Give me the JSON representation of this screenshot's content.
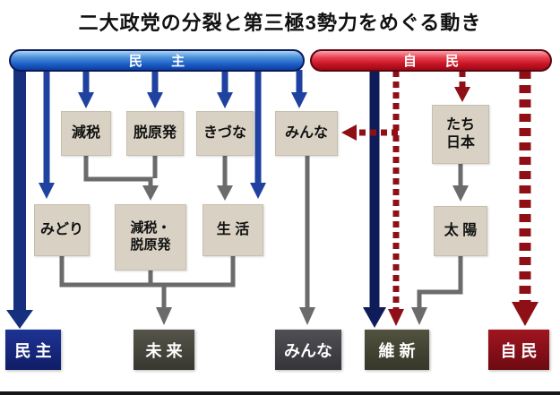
{
  "title": "二大政党の分裂と第三極3勢力をめぐる動き",
  "source_parties": {
    "minshu": "民 主",
    "jimin": "自 民"
  },
  "splinter_groups": {
    "genzei": "減税",
    "datsu_genpatsu": "脱原発",
    "kizuna": "きづな",
    "minna": "みんな",
    "tachiagare_nippon": "たち\n日本",
    "midori": "みどり",
    "genzei_datsu_genpatsu": "減税・\n脱原発",
    "seikatsu": "生 活",
    "taiyo": "太 陽"
  },
  "result_parties": {
    "minshu": "民 主",
    "mirai": "未 来",
    "minna": "みんな",
    "ishin": "維 新",
    "jimin": "自 民"
  },
  "colors": {
    "democrat_blue": "#1f419f",
    "democrat_thick_blue": "#16307f",
    "ishin_navy": "#0e1c5a",
    "ldp_red": "#8e1016",
    "connector_gray": "#6b6b6b",
    "box_beige": "#d9d2c4"
  },
  "flows": [
    {
      "from": "民主",
      "to": "民主",
      "style": "solid-blue-thick"
    },
    {
      "from": "民主",
      "to": "みどり",
      "style": "solid-blue"
    },
    {
      "from": "民主",
      "to": "減税",
      "style": "solid-blue"
    },
    {
      "from": "民主",
      "to": "脱原発",
      "style": "solid-blue"
    },
    {
      "from": "民主",
      "to": "きづな",
      "style": "solid-blue"
    },
    {
      "from": "民主",
      "to": "生活",
      "style": "solid-blue"
    },
    {
      "from": "民主",
      "to": "みんな",
      "style": "solid-blue"
    },
    {
      "from": "民主",
      "to": "維新",
      "style": "solid-navy-thick"
    },
    {
      "from": "自民",
      "to": "みんな",
      "style": "dashed-red"
    },
    {
      "from": "自民",
      "to": "維新",
      "style": "dashed-red"
    },
    {
      "from": "自民",
      "to": "たち日本",
      "style": "dashed-red"
    },
    {
      "from": "自民",
      "to": "自民",
      "style": "dashed-red-thick"
    },
    {
      "from": "減税",
      "to": "減税・脱原発",
      "style": "gray"
    },
    {
      "from": "脱原発",
      "to": "減税・脱原発",
      "style": "gray"
    },
    {
      "from": "きづな",
      "to": "生活",
      "style": "gray"
    },
    {
      "from": "みどり",
      "to": "未来",
      "style": "gray"
    },
    {
      "from": "減税・脱原発",
      "to": "未来",
      "style": "gray"
    },
    {
      "from": "生活",
      "to": "未来",
      "style": "gray"
    },
    {
      "from": "みんな",
      "to": "みんな",
      "style": "gray"
    },
    {
      "from": "たち日本",
      "to": "太陽",
      "style": "gray"
    },
    {
      "from": "太陽",
      "to": "維新",
      "style": "gray"
    }
  ]
}
